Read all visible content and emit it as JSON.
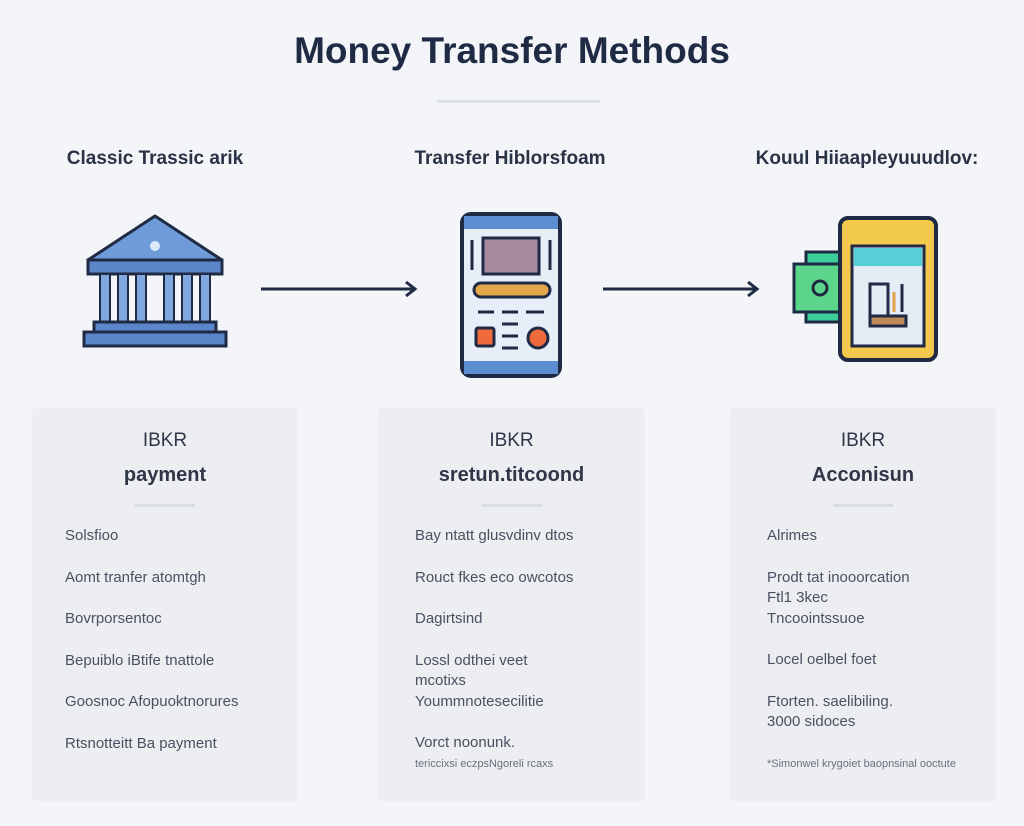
{
  "title": "Money Transfer Methods",
  "columns": [
    {
      "heading": "Classic Trassic arik",
      "icon": "bank-icon"
    },
    {
      "heading": "Transfer Hiblorsfoam",
      "icon": "mobile-app-icon"
    },
    {
      "heading": "Kouul Hiiaapleyuuudlov:",
      "icon": "wallet-money-icon"
    }
  ],
  "cards": [
    {
      "line1": "IBKR",
      "line2": "payment",
      "items": [
        [
          "Solsfioo"
        ],
        [
          "Aomt tranfer atomtgh"
        ],
        [
          "Bovrporsentoc"
        ],
        [
          "Bepuiblo iBtife tnattole"
        ],
        [
          "Goosnoc Afopuoktnorures"
        ],
        [
          "Rtsnotteitt Ba payment"
        ]
      ],
      "note": ""
    },
    {
      "line1": "IBKR",
      "line2": "sretun.titcoond",
      "items": [
        [
          "Bay ntatt glusvdinv dtos"
        ],
        [
          "Rouct fkes eco owcotos"
        ],
        [
          "Dagirtsind"
        ],
        [
          "Lossl odthei veet",
          "mcotixs",
          "Yoummnotesecilitie"
        ],
        [
          "Vorct noonunk."
        ]
      ],
      "note": "tericcixsi eczpsNgoreli rcaxs"
    },
    {
      "line1": "IBKR",
      "line2": "Acconisun",
      "items": [
        [
          "Alrimes"
        ],
        [
          "Prodt tat inooorcation",
          "Ftl1 3kec",
          "Tncoointssuoe"
        ],
        [
          "Locel oelbel foet"
        ],
        [
          "Ftorten. saelibiling.",
          "3000 sidoces"
        ]
      ],
      "note": "*Simonwel krygoiet baopnsinal ooctute"
    }
  ],
  "colors": {
    "bank": "#5b86c9",
    "phone": "#5b8fd1",
    "wallet": "#f2c94c",
    "money": "#3dcf9a",
    "ink": "#1f2a44"
  }
}
